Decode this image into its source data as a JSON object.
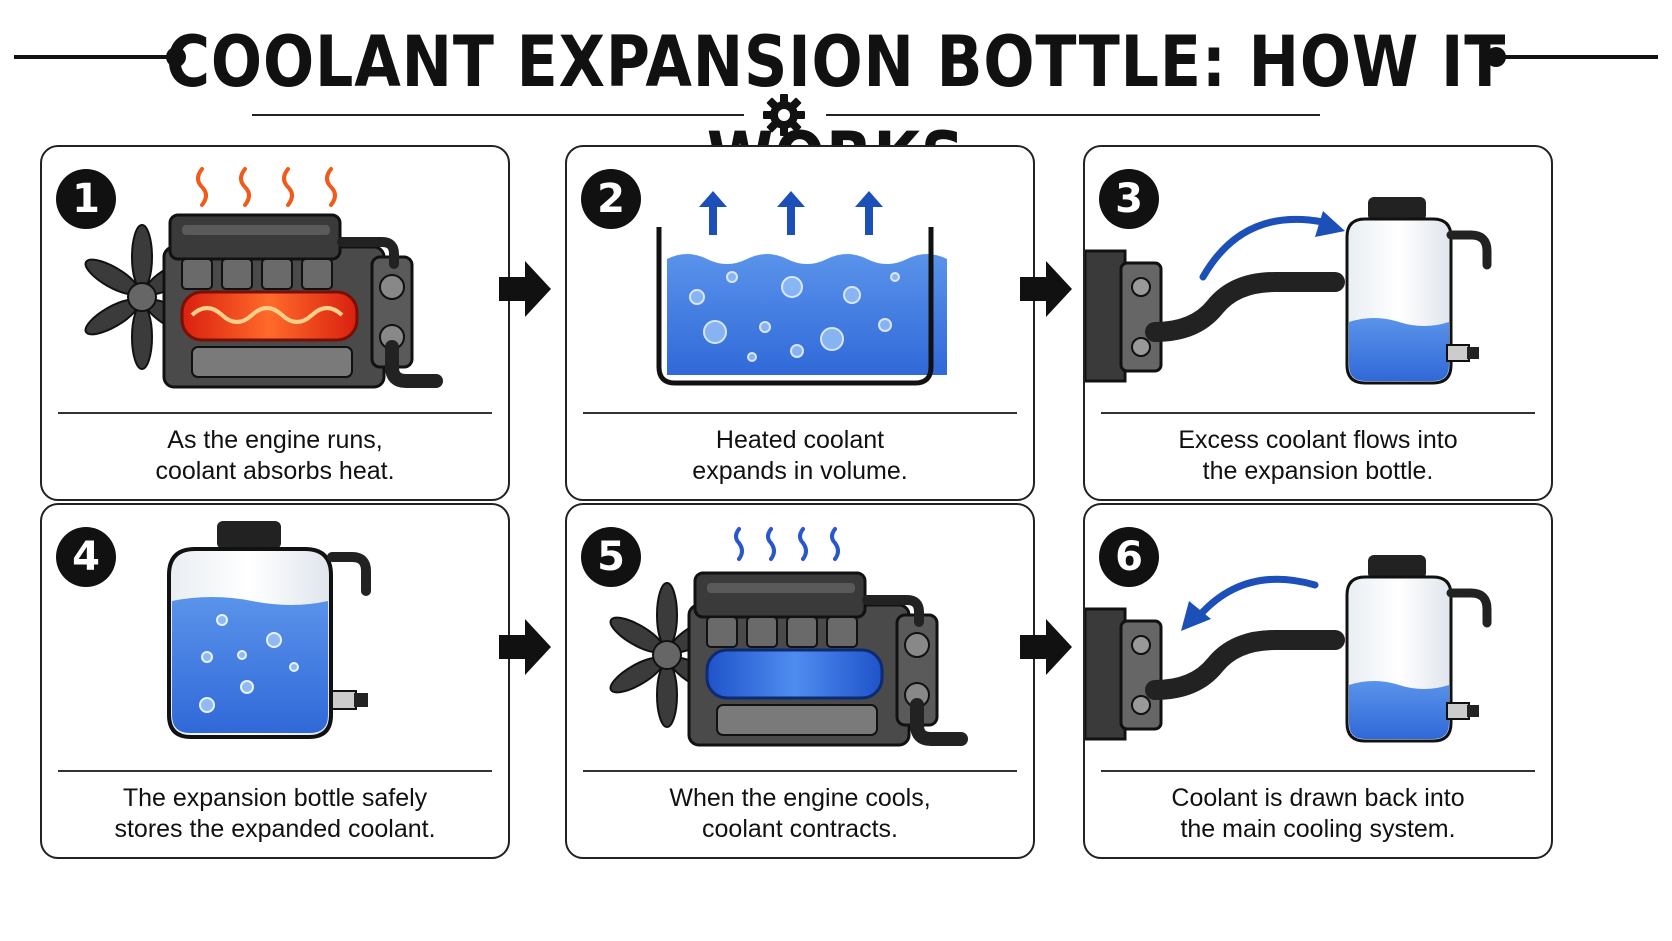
{
  "title": "COOLANT EXPANSION BOTTLE: HOW IT WORKS",
  "steps": [
    {
      "number": "1",
      "caption": [
        "As the engine runs,",
        "coolant absorbs heat."
      ]
    },
    {
      "number": "2",
      "caption": [
        "Heated coolant",
        "expands in volume."
      ]
    },
    {
      "number": "3",
      "caption": [
        "Excess coolant flows into",
        "the expansion bottle."
      ]
    },
    {
      "number": "4",
      "caption": [
        "The expansion bottle safely",
        "stores the expanded coolant."
      ]
    },
    {
      "number": "5",
      "caption": [
        "When the engine cools,",
        "coolant contracts."
      ]
    },
    {
      "number": "6",
      "caption": [
        "Coolant is drawn back into",
        "the main cooling system."
      ]
    }
  ],
  "icons": {
    "gear": "gear-icon",
    "step_arrow": "right-arrow-icon",
    "engine": "engine-icon",
    "heat_waves": "heat-waves-icon",
    "bottle": "expansion-bottle-icon",
    "radiator": "radiator-icon",
    "flow_arrow": "flow-arrow-icon"
  },
  "colors": {
    "heat": "#f05a1a",
    "coolant": "#3d7be0",
    "coolant_dark": "#1d4fb8",
    "cool_wave": "#2a57c9",
    "ink": "#111111"
  }
}
